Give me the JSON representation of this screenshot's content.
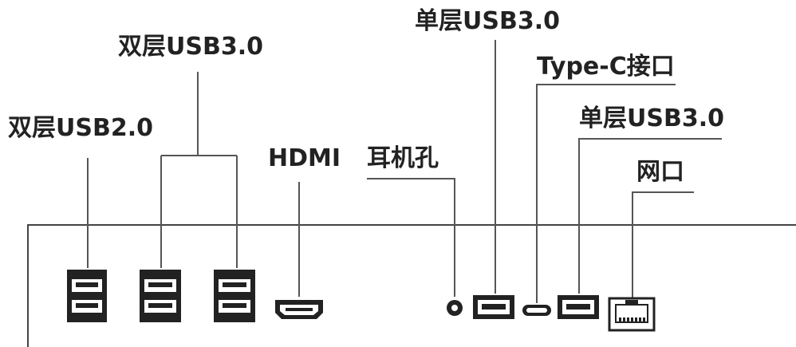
{
  "labels": {
    "usb2_dual": "双层USB2.0",
    "usb3_dual": "双层USB3.0",
    "hdmi": "HDMI",
    "headphone": "耳机孔",
    "usb3_single_top": "单层USB3.0",
    "typec": "Type-C接口",
    "usb3_single_mid": "单层USB3.0",
    "ethernet": "网口"
  },
  "ports": [
    {
      "name": "usb2-dual-port",
      "kind": "usb-dual"
    },
    {
      "name": "usb3-dual-port-1",
      "kind": "usb-dual"
    },
    {
      "name": "usb3-dual-port-2",
      "kind": "usb-dual"
    },
    {
      "name": "hdmi-port",
      "kind": "hdmi"
    },
    {
      "name": "headphone-jack",
      "kind": "audio"
    },
    {
      "name": "usb3-single-port-1",
      "kind": "usb-single"
    },
    {
      "name": "typec-port",
      "kind": "typec"
    },
    {
      "name": "usb3-single-port-2",
      "kind": "usb-single"
    },
    {
      "name": "ethernet-port",
      "kind": "rj45"
    }
  ],
  "colors": {
    "line": "#555555",
    "port": "#222222",
    "text": "#222222"
  }
}
